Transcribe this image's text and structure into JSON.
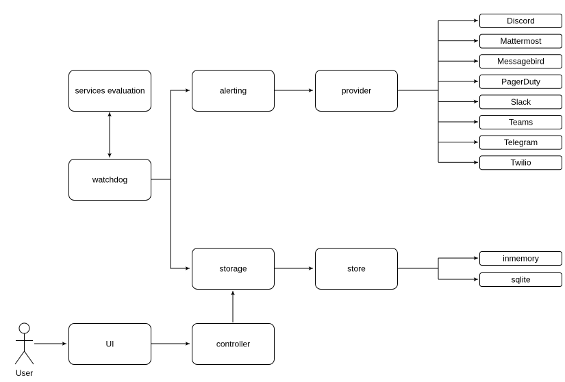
{
  "nodes": {
    "services_evaluation": "services evaluation",
    "watchdog": "watchdog",
    "alerting": "alerting",
    "provider": "provider",
    "storage": "storage",
    "store": "store",
    "ui": "UI",
    "controller": "controller"
  },
  "providers": [
    "Discord",
    "Mattermost",
    "Messagebird",
    "PagerDuty",
    "Slack",
    "Teams",
    "Telegram",
    "Twilio"
  ],
  "stores": [
    "inmemory",
    "sqlite"
  ],
  "actor": {
    "label": "User"
  }
}
